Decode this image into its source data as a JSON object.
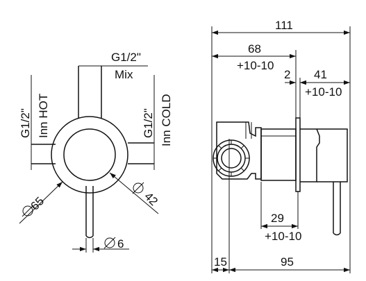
{
  "front_view": {
    "mix_thread": "G1/2\"",
    "mix_label": "Mix",
    "hot_thread": "G1/2\"",
    "hot_label": "Inn HOT",
    "cold_thread": "G1/2\"",
    "cold_label": "Inn COLD",
    "plate_diameter": "65",
    "handle_diameter": "42",
    "lever_diameter": "6"
  },
  "side_view": {
    "overall_length": "111",
    "body_depth": "68",
    "body_depth_tolerance": "+10-10",
    "plate_thickness": "2",
    "handle_length": "41",
    "handle_length_tolerance": "+10-10",
    "sleeve_length": "29",
    "sleeve_length_tolerance": "+10-10",
    "back_offset": "15",
    "front_length": "95"
  }
}
